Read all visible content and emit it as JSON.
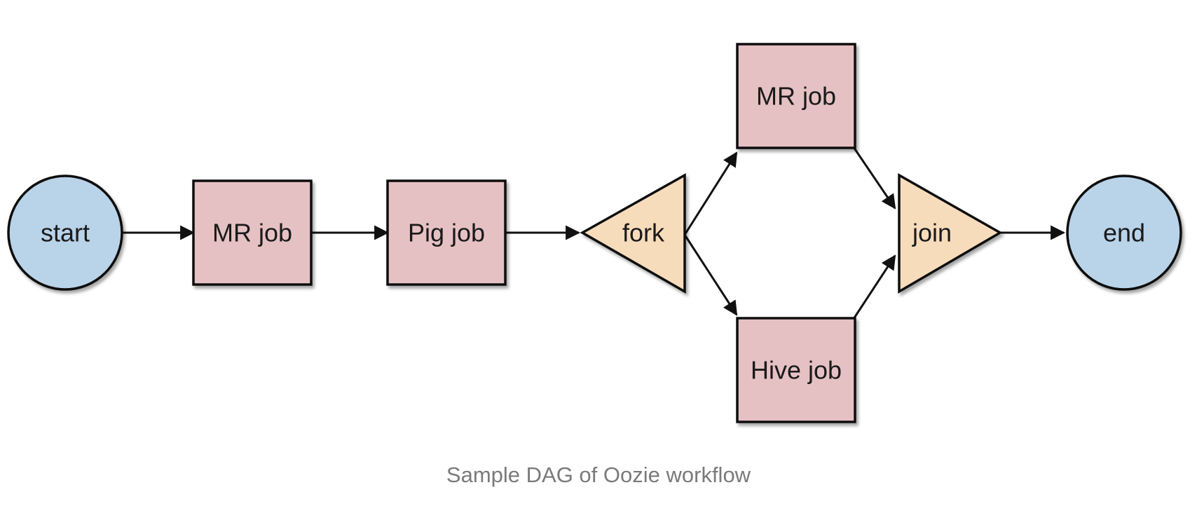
{
  "diagram": {
    "caption": "Sample DAG of Oozie workflow",
    "colors": {
      "control_node": "#b9d3e9",
      "action_node": "#e6c1c3",
      "fork_join_node": "#f7dcbc",
      "stroke": "#111111"
    },
    "nodes": [
      {
        "id": "start",
        "shape": "circle",
        "kind": "control_node",
        "label": "start"
      },
      {
        "id": "mr1",
        "shape": "rect",
        "kind": "action_node",
        "label": "MR job"
      },
      {
        "id": "pig",
        "shape": "rect",
        "kind": "action_node",
        "label": "Pig job"
      },
      {
        "id": "fork",
        "shape": "triangle",
        "kind": "fork_join_node",
        "label": "fork"
      },
      {
        "id": "mr2",
        "shape": "rect",
        "kind": "action_node",
        "label": "MR job"
      },
      {
        "id": "hive",
        "shape": "rect",
        "kind": "action_node",
        "label": "Hive job"
      },
      {
        "id": "join",
        "shape": "triangle",
        "kind": "fork_join_node",
        "label": "join"
      },
      {
        "id": "end",
        "shape": "circle",
        "kind": "control_node",
        "label": "end"
      }
    ],
    "edges": [
      {
        "from": "start",
        "to": "mr1"
      },
      {
        "from": "mr1",
        "to": "pig"
      },
      {
        "from": "pig",
        "to": "fork"
      },
      {
        "from": "fork",
        "to": "mr2"
      },
      {
        "from": "fork",
        "to": "hive"
      },
      {
        "from": "mr2",
        "to": "join"
      },
      {
        "from": "hive",
        "to": "join"
      },
      {
        "from": "join",
        "to": "end"
      }
    ]
  }
}
